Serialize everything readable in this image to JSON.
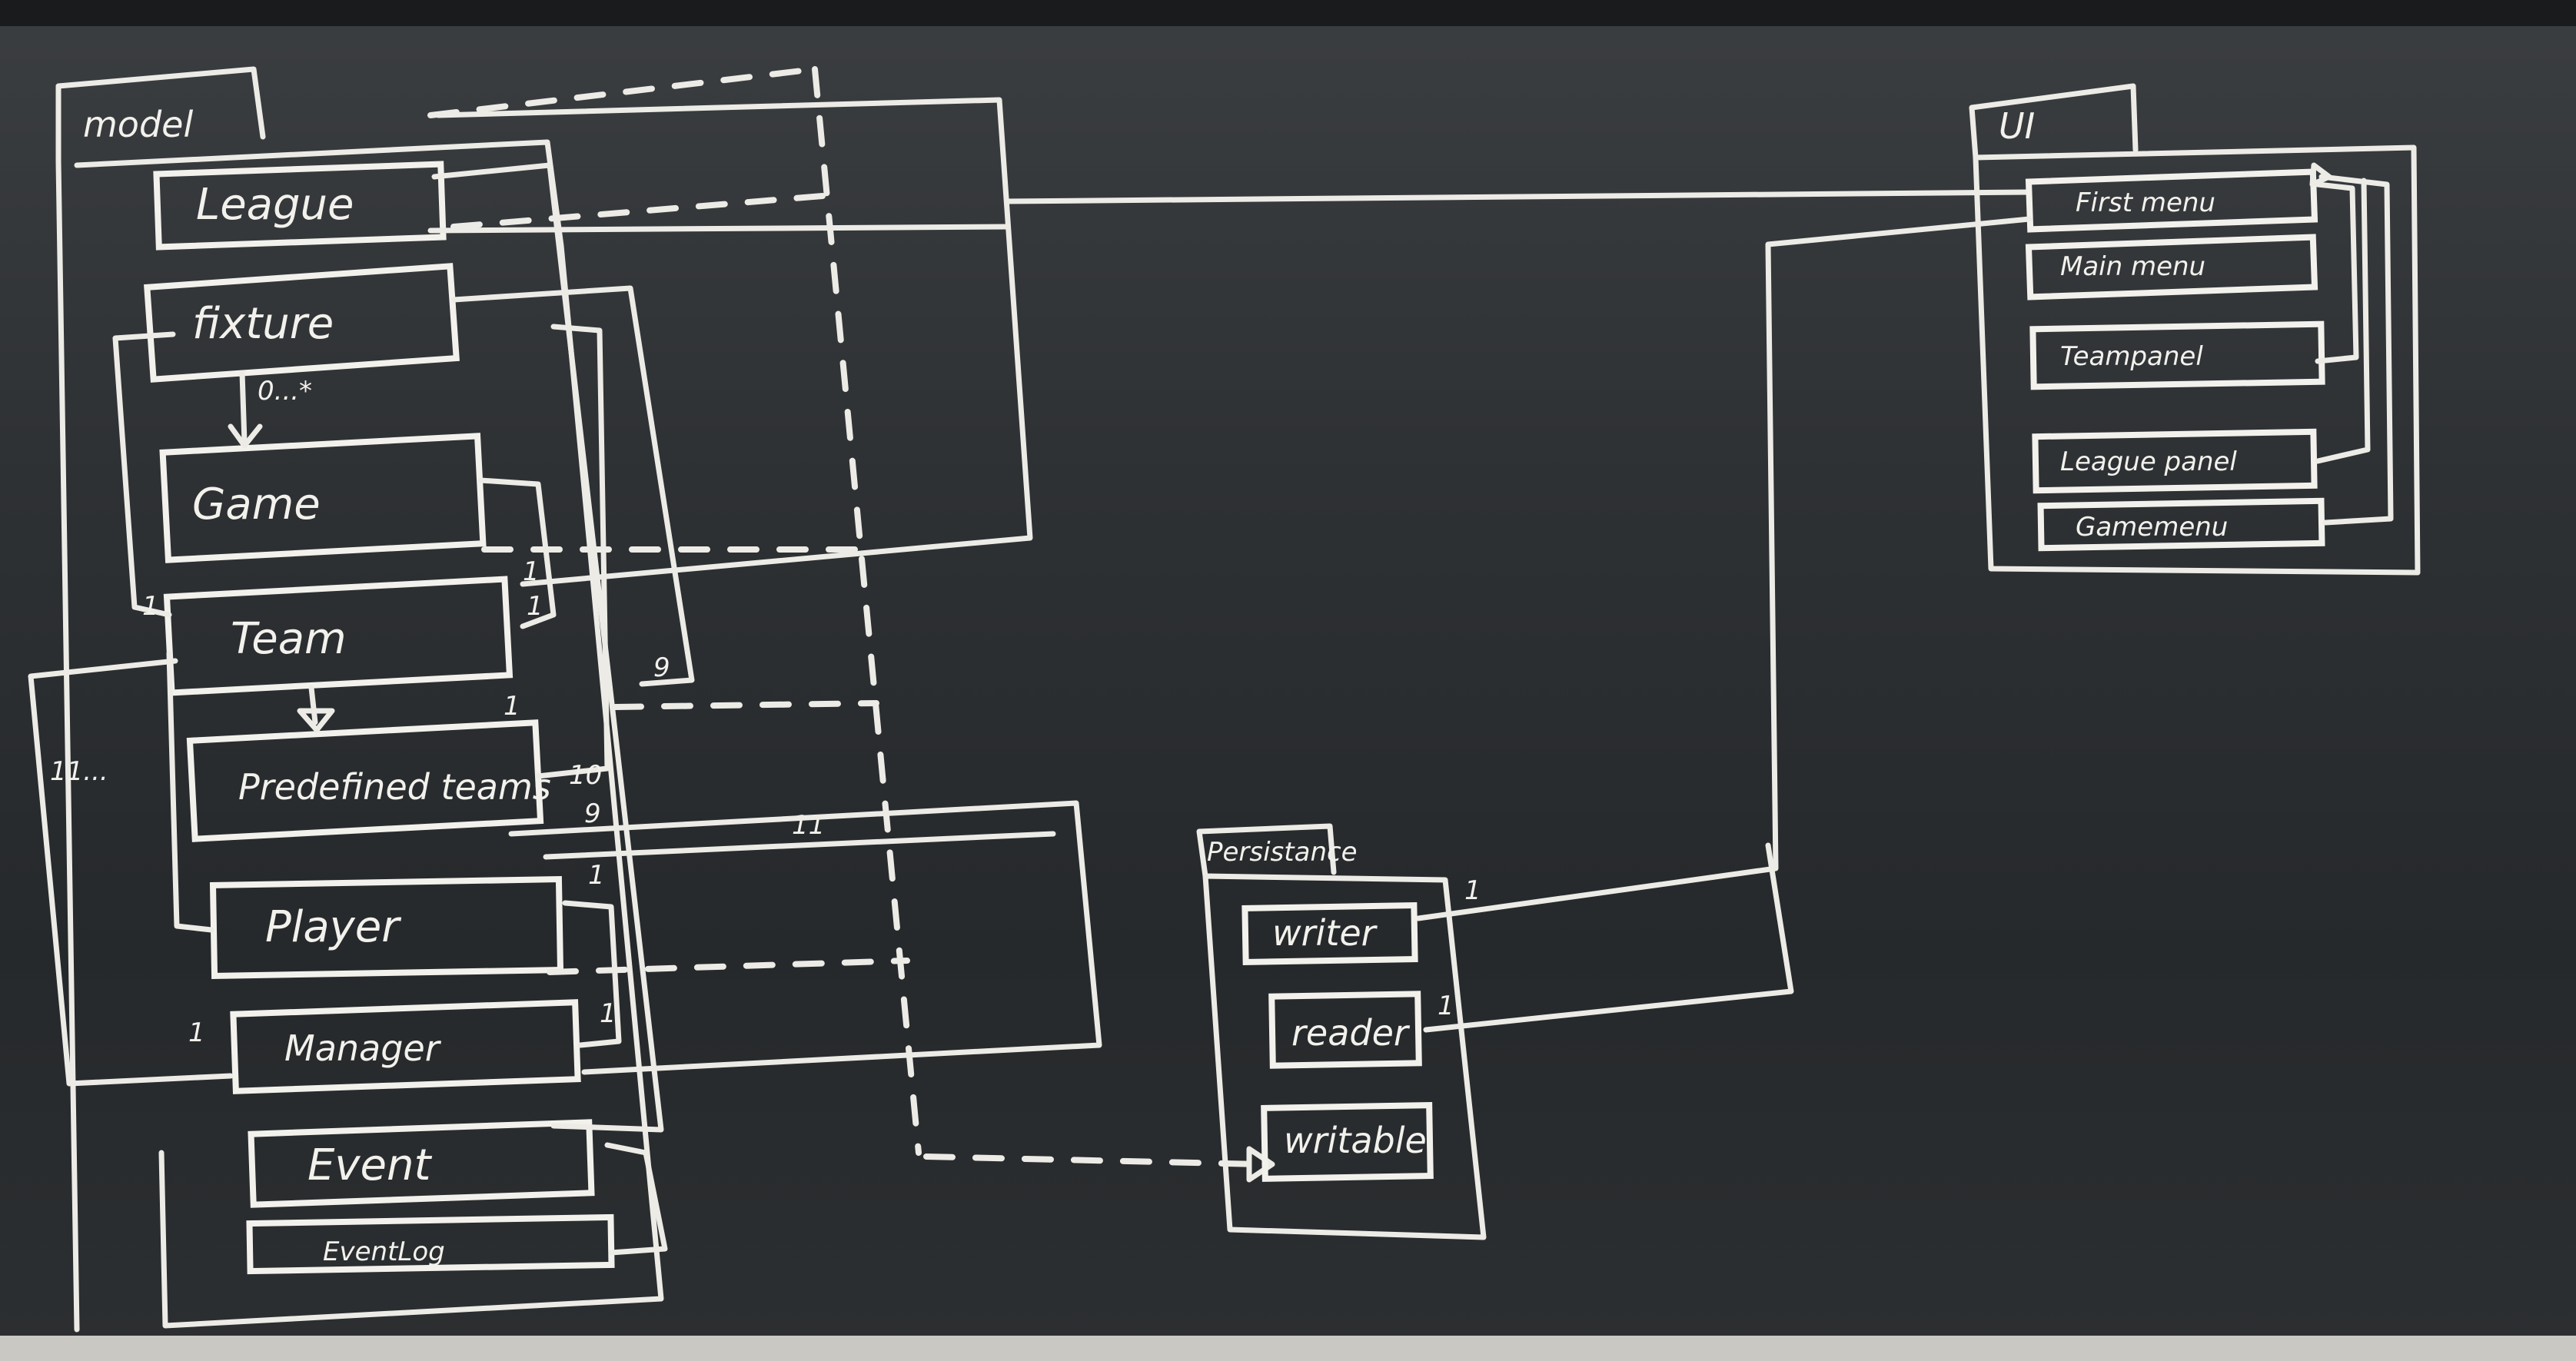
{
  "packages": {
    "model": {
      "label": "model",
      "classes": {
        "league": "League",
        "fixture": "fixture",
        "game": "Game",
        "team": "Team",
        "predefined_teams": "Predefined teams",
        "player": "Player",
        "manager": "Manager",
        "event": "Event",
        "event_log": "EventLog"
      }
    },
    "ui": {
      "label": "UI",
      "classes": {
        "first_menu": "First menu",
        "main_menu": "Main menu",
        "team_panel": "Teampanel",
        "league_panel": "League panel",
        "game_menu": "Gamemenu"
      }
    },
    "persistance": {
      "label": "Persistance",
      "classes": {
        "writer": "writer",
        "reader": "reader",
        "writable": "writable"
      }
    }
  },
  "multiplicities": {
    "fixture_game": "0...*",
    "team_top": "1",
    "team_right_a": "1",
    "team_right_b": "1",
    "team_nine": "9",
    "predef_left": "11...",
    "predef_one": "1",
    "predef_ten": "10",
    "predef_nine": "9",
    "predef_eleven": "11",
    "player_one": "1",
    "manager_one": "1",
    "manager_left": "1",
    "writer_one": "1",
    "reader_one": "1"
  },
  "colors": {
    "chalk": "#ecebe6",
    "board": "#2e3134"
  }
}
